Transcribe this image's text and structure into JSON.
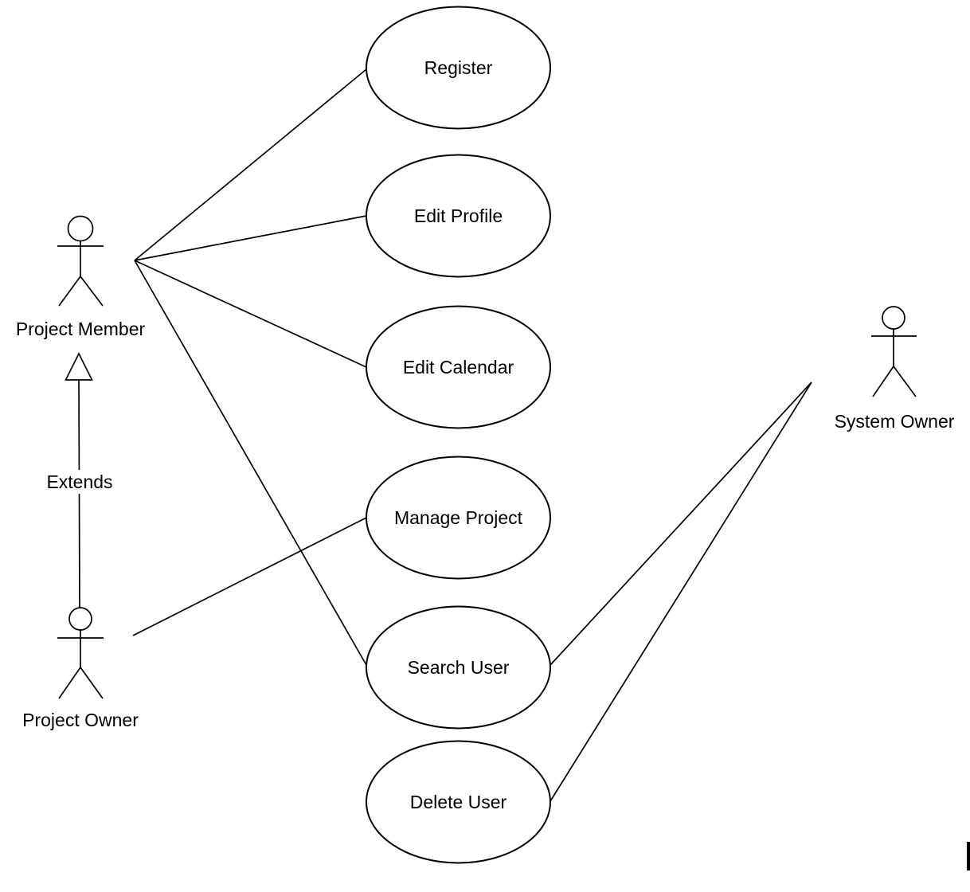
{
  "diagram": {
    "kind": "UML use case diagram",
    "background_color": "#ffffff",
    "stroke_color": "#000000",
    "text_color": "#000000",
    "actors": [
      {
        "id": "project-member",
        "label": "Project Member"
      },
      {
        "id": "project-owner",
        "label": "Project Owner"
      },
      {
        "id": "system-owner",
        "label": "System Owner"
      }
    ],
    "use_cases": [
      {
        "id": "register",
        "label": "Register"
      },
      {
        "id": "edit-profile",
        "label": "Edit Profile"
      },
      {
        "id": "edit-calendar",
        "label": "Edit Calendar"
      },
      {
        "id": "manage-project",
        "label": "Manage Project"
      },
      {
        "id": "search-user",
        "label": "Search User"
      },
      {
        "id": "delete-user",
        "label": "Delete User"
      }
    ],
    "associations": [
      {
        "from": "Project Member",
        "to": "Register"
      },
      {
        "from": "Project Member",
        "to": "Edit Profile"
      },
      {
        "from": "Project Member",
        "to": "Edit Calendar"
      },
      {
        "from": "Project Member",
        "to": "Search User"
      },
      {
        "from": "Project Owner",
        "to": "Manage Project"
      },
      {
        "from": "System Owner",
        "to": "Search User"
      },
      {
        "from": "System Owner",
        "to": "Delete User"
      }
    ],
    "generalization": {
      "from": "Project Owner",
      "to": "Project Member",
      "label": "Extends"
    }
  }
}
